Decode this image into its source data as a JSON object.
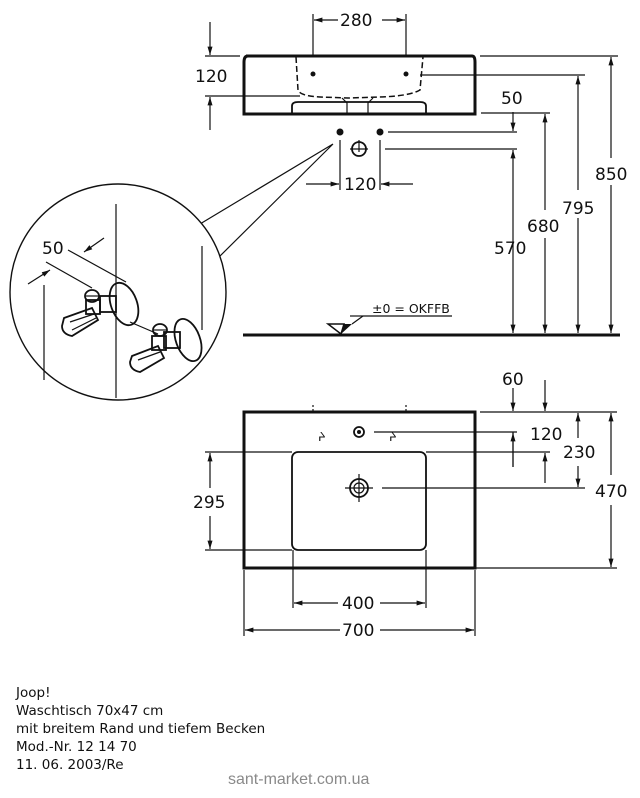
{
  "drawing": {
    "side_view": {
      "dims": {
        "tap_spacing": "280",
        "rim_height": "120",
        "valve_offset": "50",
        "valve_spacing": "120",
        "valve_height": "570",
        "h680": "680",
        "h795": "795",
        "h850": "850"
      },
      "floor_label": "±0 = OKFFB"
    },
    "detail_view": {
      "dims": {
        "valve_depth": "50"
      }
    },
    "top_view": {
      "dims": {
        "tap_from_edge": "60",
        "tap_row": "120",
        "drain_from_edge": "230",
        "basin_depth": "295",
        "total_depth": "470",
        "basin_width": "400",
        "total_width": "700"
      }
    }
  },
  "caption": {
    "lines": [
      "Joop!",
      "Waschtisch 70x47 cm",
      "mit breitem Rand und tiefem Becken",
      "Mod.-Nr. 12 14 70",
      "11. 06. 2003/Re"
    ]
  },
  "watermark": "sant-market.com.ua"
}
